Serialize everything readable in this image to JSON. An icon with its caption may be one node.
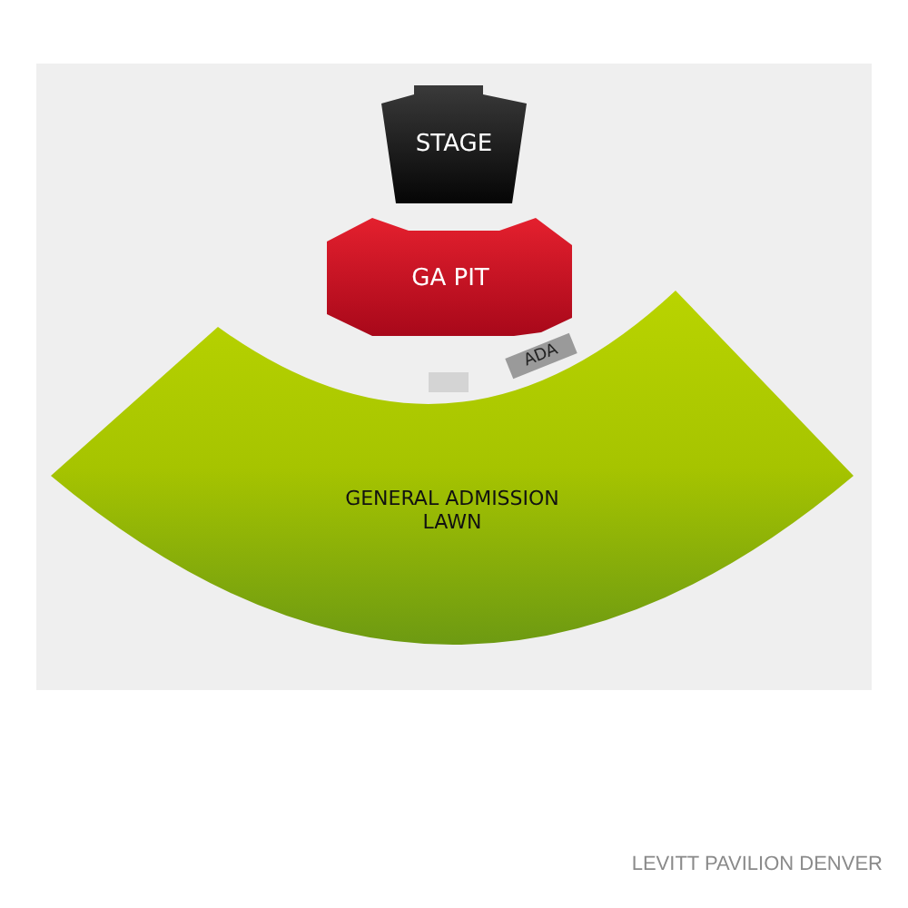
{
  "diagram": {
    "caption": "LEVITT PAVILION DENVER",
    "nodes": [
      {
        "text": [
          "STAGE"
        ]
      },
      {
        "text": [
          "GA PIT"
        ]
      },
      {
        "text": [
          "ADA"
        ]
      },
      {
        "text": [],
        "shape": "box"
      },
      {
        "text": [
          "GENERAL ADMISSION LAWN"
        ]
      }
    ],
    "edges": []
  }
}
